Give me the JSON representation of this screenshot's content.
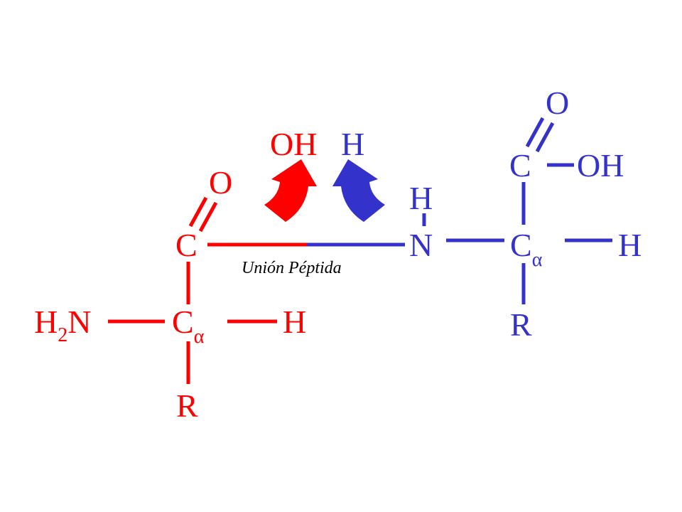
{
  "colors": {
    "residue1": "#ff0000",
    "residue2": "#3333cc",
    "bond_label": "#000000",
    "background": "#ffffff"
  },
  "residue1": {
    "carbonyl_o": "O",
    "carbonyl_c": "C",
    "alpha_c": "C",
    "alpha_symbol": "α",
    "amino_h": "H",
    "amino_sub": "2",
    "amino_n": "N",
    "alpha_h": "H",
    "side_chain": "R",
    "leaving_group": "OH"
  },
  "residue2": {
    "amine_h": "H",
    "amine_n": "N",
    "alpha_c": "C",
    "alpha_symbol": "α",
    "alpha_h": "H",
    "side_chain": "R",
    "carboxyl_c": "C",
    "carboxyl_o": "O",
    "carboxyl_oh": "OH",
    "leaving_h": "H"
  },
  "peptide_bond_label": "Unión Péptida",
  "arrows": [
    "curved-arrow-up-red",
    "curved-arrow-up-blue"
  ]
}
